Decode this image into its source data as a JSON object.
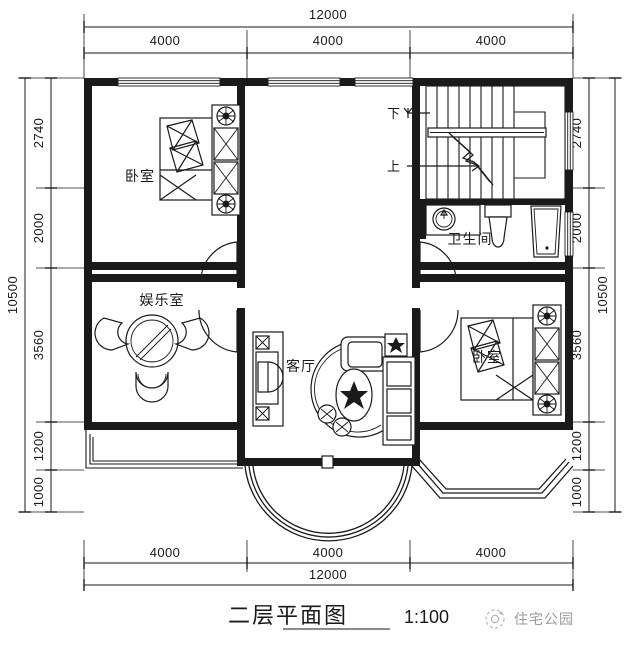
{
  "drawing": {
    "title": "二层平面图",
    "scale": "1:100",
    "watermark": "住宅公园",
    "watermark_icon": "camera-logo-icon"
  },
  "dimensions": {
    "top_overall": "12000",
    "top_segments": [
      "4000",
      "4000",
      "4000"
    ],
    "bottom_overall": "12000",
    "bottom_segments": [
      "4000",
      "4000",
      "4000"
    ],
    "left_overall": "10500",
    "left_segments": [
      "2740",
      "2000",
      "3560",
      "1200",
      "1000"
    ],
    "right_overall": "10500",
    "right_segments": [
      "2740",
      "2000",
      "3560",
      "1200",
      "1000"
    ]
  },
  "rooms": [
    {
      "id": "bedroom-upper-left",
      "label": "卧室"
    },
    {
      "id": "recreation-room",
      "label": "娱乐室"
    },
    {
      "id": "living-room",
      "label": "客厅"
    },
    {
      "id": "bathroom",
      "label": "卫生间"
    },
    {
      "id": "bedroom-lower-right",
      "label": "卧室"
    }
  ],
  "stairs": {
    "down_label": "下",
    "up_label": "上"
  },
  "colors": {
    "ink": "#1a1a1a",
    "paper": "#ffffff",
    "watermark": "#9a9a9a"
  }
}
